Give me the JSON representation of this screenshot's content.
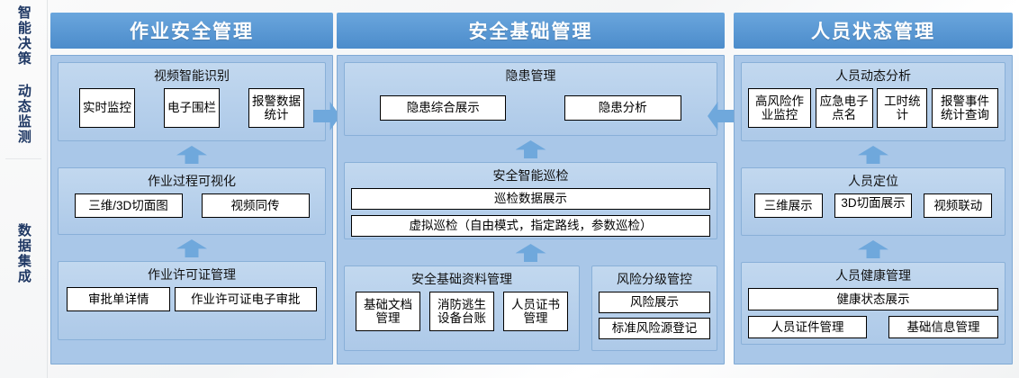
{
  "sidebar": {
    "block_top": "智能决策 动态监测",
    "block_bottom": "数据集成"
  },
  "columns": [
    {
      "id": "job-safety",
      "title": "作业安全管理",
      "groups": [
        {
          "id": "video-ai-recognition",
          "title": "视频智能识别",
          "items": [
            "实时监控",
            "电子围栏",
            "报警数据统计"
          ]
        },
        {
          "id": "job-process-visualization",
          "title": "作业过程可视化",
          "items": [
            "三维/3D切面图",
            "视频同传"
          ]
        },
        {
          "id": "work-permit-management",
          "title": "作业许可证管理",
          "items": [
            "审批单详情",
            "作业许可证电子审批"
          ]
        }
      ]
    },
    {
      "id": "safety-basic",
      "title": "安全基础管理",
      "groups": [
        {
          "id": "hazard-management",
          "title": "隐患管理",
          "items": [
            "隐患综合展示",
            "隐患分析"
          ]
        },
        {
          "id": "smart-safety-inspection",
          "title": "安全智能巡检",
          "items": [
            "巡检数据展示",
            "虚拟巡检（自由模式，指定路线，参数巡检）"
          ]
        },
        {
          "id": "safety-basic-data-management",
          "title": "安全基础资料管理",
          "items": [
            "基础文档管理",
            "消防逃生设备台账",
            "人员证书管理"
          ]
        },
        {
          "id": "risk-grading-control",
          "title": "风险分级管控",
          "items": [
            "风险展示",
            "标准风险源登记"
          ]
        }
      ]
    },
    {
      "id": "personnel-status",
      "title": "人员状态管理",
      "groups": [
        {
          "id": "personnel-dynamic-analysis",
          "title": "人员动态分析",
          "items": [
            "高风险作业监控",
            "应急电子点名",
            "工时统计",
            "报警事件统计查询"
          ]
        },
        {
          "id": "personnel-positioning",
          "title": "人员定位",
          "items": [
            "三维展示",
            "3D切面展示",
            "视频联动"
          ]
        },
        {
          "id": "personnel-health-management",
          "title": "人员健康管理",
          "items": [
            "健康状态展示",
            "人员证件管理",
            "基础信息管理"
          ]
        }
      ]
    }
  ],
  "connectors": [
    {
      "id": "col1-to-col2",
      "direction": "right"
    },
    {
      "id": "col3-to-col2",
      "direction": "left"
    }
  ],
  "colors": {
    "header_top": "#6aa6dd",
    "header_bottom": "#4c8ccb",
    "panel_bg": "#a9c7e8",
    "group_bg": "#bad4ed",
    "arrow": "#6fa8dc",
    "sidebar_text": "#1f3864"
  }
}
